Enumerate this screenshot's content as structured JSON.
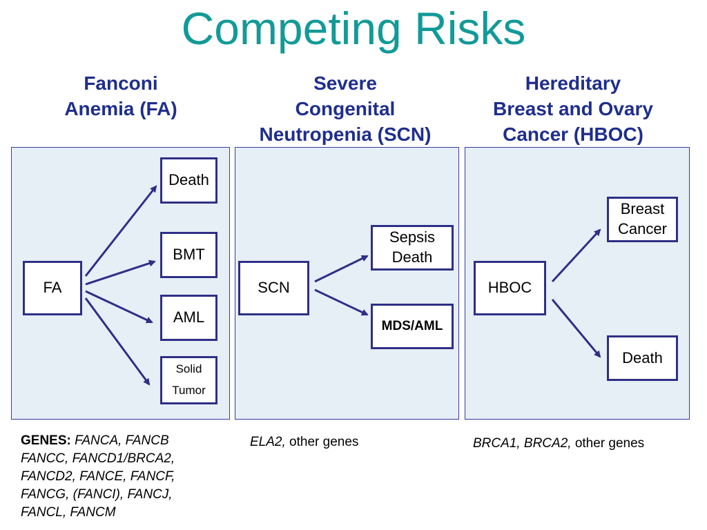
{
  "title": "Competing Risks",
  "columns": [
    {
      "header": [
        "Fanconi",
        "Anemia (FA)"
      ],
      "source": "FA",
      "targets": [
        "Death",
        "BMT",
        "AML",
        [
          "Solid",
          "Tumor"
        ]
      ],
      "genes_label": "GENES:",
      "genes_italic": "FANCA, FANCB FANCC, FANCD1/BRCA2, FANCD2, FANCE, FANCF, FANCG, (FANCI), FANCJ, FANCL, FANCM",
      "genes_plain": ""
    },
    {
      "header": [
        "Severe",
        "Congenital",
        "Neutropenia (SCN)"
      ],
      "source": "SCN",
      "targets": [
        [
          "Sepsis",
          "Death"
        ],
        "MDS/AML"
      ],
      "genes_label": "",
      "genes_italic": "ELA2,",
      "genes_plain": " other genes"
    },
    {
      "header": [
        "Hereditary",
        "Breast and Ovary",
        "Cancer (HBOC)"
      ],
      "source": "HBOC",
      "targets": [
        [
          "Breast",
          "Cancer"
        ],
        "Death"
      ],
      "genes_label": "",
      "genes_italic": "BRCA1, BRCA2,",
      "genes_plain": " other genes"
    }
  ],
  "colors": {
    "title": "#129a98",
    "header": "#1f2e8c",
    "panel": "#e6eef6",
    "box_border": "#2e2f86",
    "arrow": "#2e2f86"
  }
}
